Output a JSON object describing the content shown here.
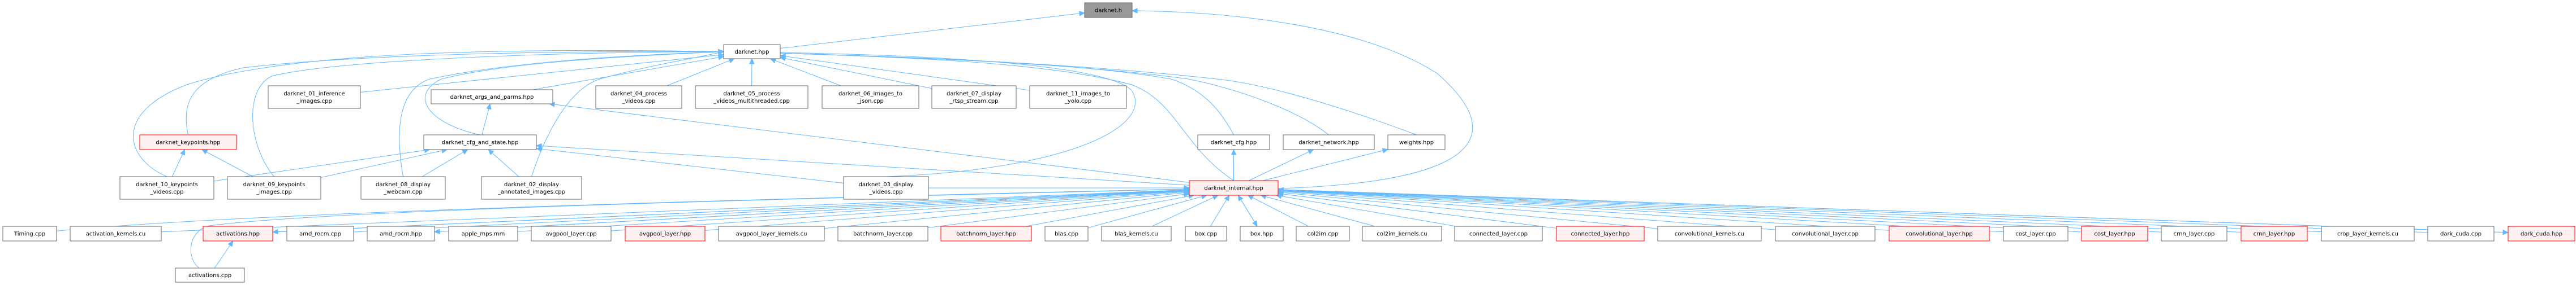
{
  "graph": {
    "title": "darknet.h",
    "colors": {
      "edge": "#63b8ff",
      "highlight_fill": "#fff0f0",
      "highlight_border": "#ff0000",
      "root_fill": "#999999",
      "border": "#666666"
    },
    "nodes": [
      {
        "id": "darknet_h",
        "lines": [
          "darknet.h"
        ],
        "style": "root"
      },
      {
        "id": "darknet_hpp",
        "lines": [
          "darknet.hpp"
        ],
        "style": "normal"
      },
      {
        "id": "d01",
        "lines": [
          "darknet_01_inference",
          "_images.cpp"
        ],
        "style": "normal"
      },
      {
        "id": "args",
        "lines": [
          "darknet_args_and_parms.hpp"
        ],
        "style": "normal"
      },
      {
        "id": "d04",
        "lines": [
          "darknet_04_process",
          "_videos.cpp"
        ],
        "style": "normal"
      },
      {
        "id": "d05",
        "lines": [
          "darknet_05_process",
          "_videos_multithreaded.cpp"
        ],
        "style": "normal"
      },
      {
        "id": "d06",
        "lines": [
          "darknet_06_images_to",
          "_json.cpp"
        ],
        "style": "normal"
      },
      {
        "id": "d07",
        "lines": [
          "darknet_07_display",
          "_rtsp_stream.cpp"
        ],
        "style": "normal"
      },
      {
        "id": "d11",
        "lines": [
          "darknet_11_images_to",
          "_yolo.cpp"
        ],
        "style": "normal"
      },
      {
        "id": "kp",
        "lines": [
          "darknet_keypoints.hpp"
        ],
        "style": "highlight"
      },
      {
        "id": "cfgstate",
        "lines": [
          "darknet_cfg_and_state.hpp"
        ],
        "style": "normal"
      },
      {
        "id": "cfg",
        "lines": [
          "darknet_cfg.hpp"
        ],
        "style": "normal"
      },
      {
        "id": "network",
        "lines": [
          "darknet_network.hpp"
        ],
        "style": "normal"
      },
      {
        "id": "weights",
        "lines": [
          "weights.hpp"
        ],
        "style": "normal"
      },
      {
        "id": "d10",
        "lines": [
          "darknet_10_keypoints",
          "_videos.cpp"
        ],
        "style": "normal"
      },
      {
        "id": "d09",
        "lines": [
          "darknet_09_keypoints",
          "_images.cpp"
        ],
        "style": "normal"
      },
      {
        "id": "d08",
        "lines": [
          "darknet_08_display",
          "_webcam.cpp"
        ],
        "style": "normal"
      },
      {
        "id": "d02",
        "lines": [
          "darknet_02_display",
          "_annotated_images.cpp"
        ],
        "style": "normal"
      },
      {
        "id": "d03",
        "lines": [
          "darknet_03_display",
          "_videos.cpp"
        ],
        "style": "normal"
      },
      {
        "id": "internal",
        "lines": [
          "darknet_internal.hpp"
        ],
        "style": "highlight"
      },
      {
        "id": "timing",
        "lines": [
          "Timing.cpp"
        ],
        "style": "normal"
      },
      {
        "id": "act_k",
        "lines": [
          "activation_kernels.cu"
        ],
        "style": "normal"
      },
      {
        "id": "act_h",
        "lines": [
          "activations.hpp"
        ],
        "style": "highlight"
      },
      {
        "id": "rocm_c",
        "lines": [
          "amd_rocm.cpp"
        ],
        "style": "normal"
      },
      {
        "id": "rocm_h",
        "lines": [
          "amd_rocm.hpp"
        ],
        "style": "normal"
      },
      {
        "id": "mps",
        "lines": [
          "apple_mps.mm"
        ],
        "style": "normal"
      },
      {
        "id": "avg_c",
        "lines": [
          "avgpool_layer.cpp"
        ],
        "style": "normal"
      },
      {
        "id": "avg_h",
        "lines": [
          "avgpool_layer.hpp"
        ],
        "style": "highlight"
      },
      {
        "id": "avg_k",
        "lines": [
          "avgpool_layer_kernels.cu"
        ],
        "style": "normal"
      },
      {
        "id": "bn_c",
        "lines": [
          "batchnorm_layer.cpp"
        ],
        "style": "normal"
      },
      {
        "id": "bn_h",
        "lines": [
          "batchnorm_layer.hpp"
        ],
        "style": "highlight"
      },
      {
        "id": "blas_c",
        "lines": [
          "blas.cpp"
        ],
        "style": "normal"
      },
      {
        "id": "blas_k",
        "lines": [
          "blas_kernels.cu"
        ],
        "style": "normal"
      },
      {
        "id": "box_c",
        "lines": [
          "box.cpp"
        ],
        "style": "normal"
      },
      {
        "id": "box_h",
        "lines": [
          "box.hpp"
        ],
        "style": "normal"
      },
      {
        "id": "c2i_c",
        "lines": [
          "col2im.cpp"
        ],
        "style": "normal"
      },
      {
        "id": "c2i_k",
        "lines": [
          "col2im_kernels.cu"
        ],
        "style": "normal"
      },
      {
        "id": "con_c",
        "lines": [
          "connected_layer.cpp"
        ],
        "style": "normal"
      },
      {
        "id": "con_h",
        "lines": [
          "connected_layer.hpp"
        ],
        "style": "highlight"
      },
      {
        "id": "conv_k",
        "lines": [
          "convolutional_kernels.cu"
        ],
        "style": "normal"
      },
      {
        "id": "conv_c",
        "lines": [
          "convolutional_layer.cpp"
        ],
        "style": "normal"
      },
      {
        "id": "conv_h",
        "lines": [
          "convolutional_layer.hpp"
        ],
        "style": "highlight"
      },
      {
        "id": "cost_c",
        "lines": [
          "cost_layer.cpp"
        ],
        "style": "normal"
      },
      {
        "id": "cost_h",
        "lines": [
          "cost_layer.hpp"
        ],
        "style": "highlight"
      },
      {
        "id": "crnn_c",
        "lines": [
          "crnn_layer.cpp"
        ],
        "style": "normal"
      },
      {
        "id": "crnn_h",
        "lines": [
          "crnn_layer.hpp"
        ],
        "style": "highlight"
      },
      {
        "id": "crop_k",
        "lines": [
          "crop_layer_kernels.cu"
        ],
        "style": "normal"
      },
      {
        "id": "cuda_c",
        "lines": [
          "dark_cuda.cpp"
        ],
        "style": "normal"
      },
      {
        "id": "cuda_h",
        "lines": [
          "dark_cuda.hpp"
        ],
        "style": "highlight"
      },
      {
        "id": "act_c",
        "lines": [
          "activations.cpp"
        ],
        "style": "normal"
      }
    ],
    "edges": [
      [
        "darknet_hpp",
        "darknet_h"
      ],
      [
        "internal",
        "darknet_h"
      ],
      [
        "d01",
        "darknet_hpp"
      ],
      [
        "d04",
        "darknet_hpp"
      ],
      [
        "d05",
        "darknet_hpp"
      ],
      [
        "d06",
        "darknet_hpp"
      ],
      [
        "d07",
        "darknet_hpp"
      ],
      [
        "d11",
        "darknet_hpp"
      ],
      [
        "args",
        "darknet_hpp"
      ],
      [
        "kp",
        "darknet_hpp"
      ],
      [
        "cfgstate",
        "darknet_hpp"
      ],
      [
        "d10",
        "darknet_hpp"
      ],
      [
        "d09",
        "darknet_hpp"
      ],
      [
        "d08",
        "darknet_hpp"
      ],
      [
        "d02",
        "darknet_hpp"
      ],
      [
        "d03",
        "darknet_hpp"
      ],
      [
        "cfg",
        "darknet_hpp"
      ],
      [
        "network",
        "darknet_hpp"
      ],
      [
        "weights",
        "darknet_hpp"
      ],
      [
        "internal",
        "darknet_hpp"
      ],
      [
        "cfgstate",
        "args"
      ],
      [
        "internal",
        "args"
      ],
      [
        "d10",
        "kp"
      ],
      [
        "d09",
        "kp"
      ],
      [
        "d10",
        "cfgstate"
      ],
      [
        "d09",
        "cfgstate"
      ],
      [
        "d08",
        "cfgstate"
      ],
      [
        "d02",
        "cfgstate"
      ],
      [
        "d03",
        "cfgstate"
      ],
      [
        "internal",
        "cfgstate"
      ],
      [
        "d03",
        "internal"
      ],
      [
        "internal",
        "cfg"
      ],
      [
        "internal",
        "network"
      ],
      [
        "internal",
        "weights"
      ],
      [
        "timing",
        "internal"
      ],
      [
        "act_k",
        "internal"
      ],
      [
        "act_h",
        "internal"
      ],
      [
        "rocm_c",
        "internal"
      ],
      [
        "rocm_h",
        "internal"
      ],
      [
        "mps",
        "internal"
      ],
      [
        "avg_c",
        "internal"
      ],
      [
        "avg_h",
        "internal"
      ],
      [
        "avg_k",
        "internal"
      ],
      [
        "bn_c",
        "internal"
      ],
      [
        "bn_h",
        "internal"
      ],
      [
        "blas_c",
        "internal"
      ],
      [
        "blas_k",
        "internal"
      ],
      [
        "box_c",
        "internal"
      ],
      [
        "box_h",
        "internal"
      ],
      [
        "c2i_c",
        "internal"
      ],
      [
        "c2i_k",
        "internal"
      ],
      [
        "con_c",
        "internal"
      ],
      [
        "con_h",
        "internal"
      ],
      [
        "conv_k",
        "internal"
      ],
      [
        "conv_c",
        "internal"
      ],
      [
        "conv_h",
        "internal"
      ],
      [
        "cost_c",
        "internal"
      ],
      [
        "cost_h",
        "internal"
      ],
      [
        "crnn_c",
        "internal"
      ],
      [
        "crnn_h",
        "internal"
      ],
      [
        "crop_k",
        "internal"
      ],
      [
        "cuda_c",
        "internal"
      ],
      [
        "cuda_h",
        "internal"
      ],
      [
        "internal",
        "act_h"
      ],
      [
        "internal",
        "rocm_h"
      ],
      [
        "internal",
        "box_h"
      ],
      [
        "internal",
        "cuda_h"
      ],
      [
        "act_c",
        "act_h"
      ],
      [
        "act_c",
        "internal"
      ]
    ]
  }
}
